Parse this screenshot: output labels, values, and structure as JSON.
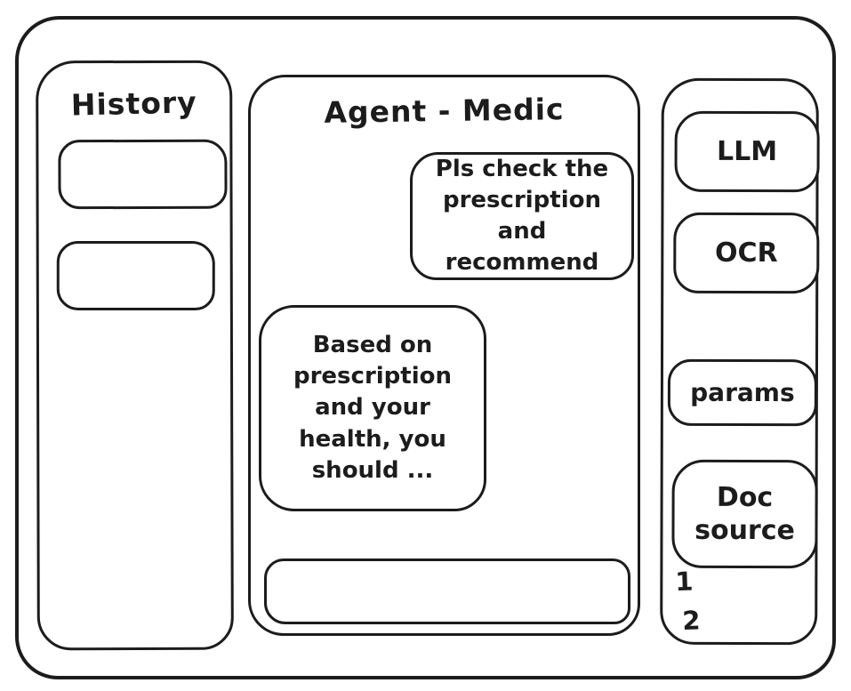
{
  "colors": {
    "ink": "#1c1c1c",
    "background": "#ffffff"
  },
  "sidebar": {
    "title": "History",
    "items": [
      {
        "label": ""
      },
      {
        "label": ""
      }
    ]
  },
  "chat": {
    "title": "Agent - Medic",
    "messages": [
      {
        "role": "user",
        "text": "Pls check the prescription and recommend"
      },
      {
        "role": "assistant",
        "text": "Based on prescription and your health, you should ..."
      }
    ],
    "input": {
      "value": "",
      "placeholder": ""
    }
  },
  "tools": {
    "buttons": [
      {
        "id": "llm",
        "label": "LLM"
      },
      {
        "id": "ocr",
        "label": "OCR"
      },
      {
        "id": "params",
        "label": "params"
      },
      {
        "id": "doc-source",
        "label": "Doc source"
      }
    ],
    "doc_source_items": [
      "1",
      "2"
    ]
  }
}
